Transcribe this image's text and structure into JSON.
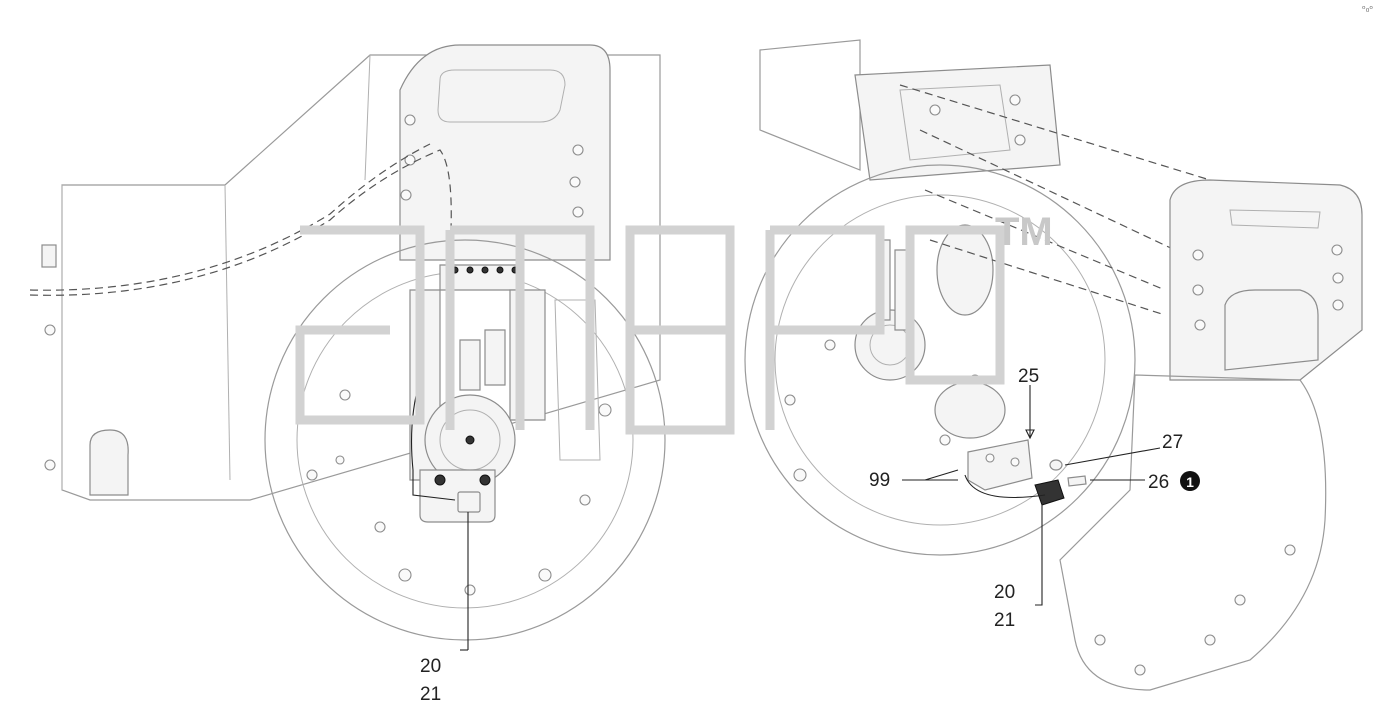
{
  "watermark": {
    "trademark": "TM"
  },
  "left_view": {
    "callout_a": "20",
    "callout_b": "21"
  },
  "right_view": {
    "callout_25": "25",
    "callout_27": "27",
    "callout_26": "26",
    "callout_26_note": "1",
    "callout_99": "99",
    "callout_a": "20",
    "callout_b": "21"
  },
  "corner_mark": "ᵒ₀ᵒ"
}
